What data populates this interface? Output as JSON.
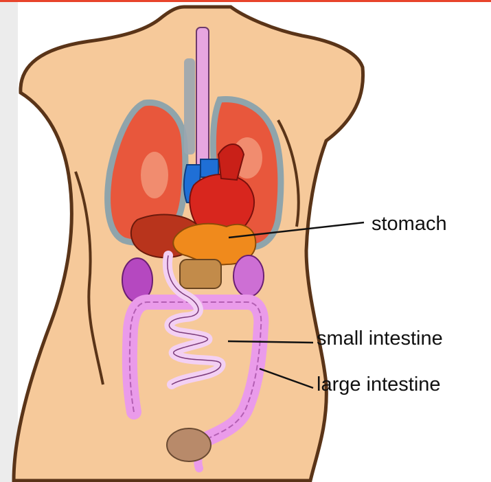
{
  "colors": {
    "accent_bar": "#e8452c",
    "skin": "#f6c99a",
    "outline": "#5a3418",
    "lung": "#e8573c",
    "heart": "#d8261e",
    "vein": "#1f6fd6",
    "stomach": "#f08a1c",
    "liver": "#b8341c",
    "intestine": "#ea9bea",
    "kidney": "#b548c0",
    "bladder": "#b88a6a"
  },
  "labels": {
    "stomach": "stomach",
    "small_intestine": "small intestine",
    "large_intestine": "large intestine"
  }
}
